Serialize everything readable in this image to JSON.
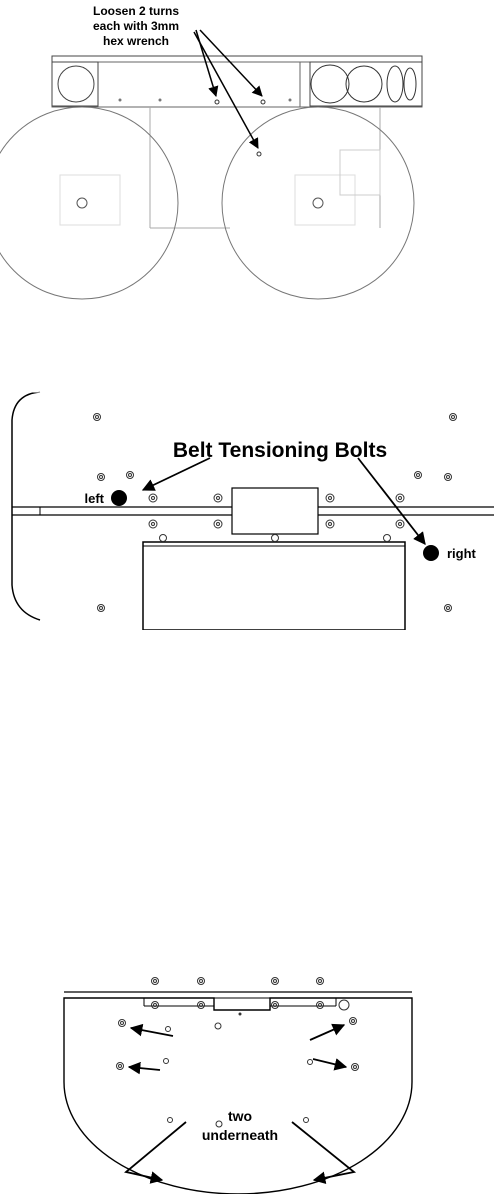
{
  "figure1": {
    "note_line1": "Loosen 2 turns",
    "note_line2": "each with 3mm",
    "note_line3": "hex wrench"
  },
  "figure2": {
    "title": "Belt Tensioning Bolts",
    "left_label": "left",
    "right_label": "right"
  },
  "figure3": {
    "label_line1": "two",
    "label_line2": "underneath"
  }
}
